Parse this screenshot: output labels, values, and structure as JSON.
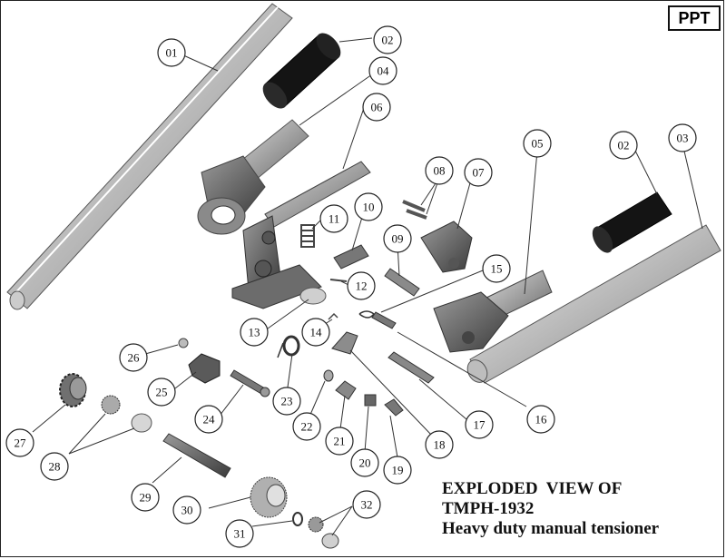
{
  "badge": "PPT",
  "caption": {
    "line1": "EXPLODED  VIEW OF",
    "line2": "TMPH-1932",
    "line3": "Heavy duty manual tensioner"
  },
  "callouts": [
    {
      "id": "c01",
      "text": "01"
    },
    {
      "id": "c02a",
      "text": "02"
    },
    {
      "id": "c04",
      "text": "04"
    },
    {
      "id": "c06",
      "text": "06"
    },
    {
      "id": "c05",
      "text": "05"
    },
    {
      "id": "c02b",
      "text": "02"
    },
    {
      "id": "c03",
      "text": "03"
    },
    {
      "id": "c08",
      "text": "08"
    },
    {
      "id": "c07",
      "text": "07"
    },
    {
      "id": "c11",
      "text": "11"
    },
    {
      "id": "c10",
      "text": "10"
    },
    {
      "id": "c09",
      "text": "09"
    },
    {
      "id": "c15",
      "text": "15"
    },
    {
      "id": "c12",
      "text": "12"
    },
    {
      "id": "c13",
      "text": "13"
    },
    {
      "id": "c14",
      "text": "14"
    },
    {
      "id": "c26",
      "text": "26"
    },
    {
      "id": "c25",
      "text": "25"
    },
    {
      "id": "c24",
      "text": "24"
    },
    {
      "id": "c23",
      "text": "23"
    },
    {
      "id": "c22",
      "text": "22"
    },
    {
      "id": "c21",
      "text": "21"
    },
    {
      "id": "c20",
      "text": "20"
    },
    {
      "id": "c19",
      "text": "19"
    },
    {
      "id": "c18",
      "text": "18"
    },
    {
      "id": "c17",
      "text": "17"
    },
    {
      "id": "c16",
      "text": "16"
    },
    {
      "id": "c27",
      "text": "27"
    },
    {
      "id": "c28",
      "text": "28"
    },
    {
      "id": "c29",
      "text": "29"
    },
    {
      "id": "c30",
      "text": "30"
    },
    {
      "id": "c31",
      "text": "31"
    },
    {
      "id": "c32",
      "text": "32"
    }
  ]
}
